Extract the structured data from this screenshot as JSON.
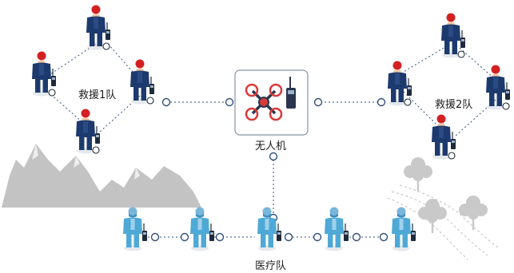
{
  "labels": {
    "team1": "救援1队",
    "team2": "救援2队",
    "drone": "无人机",
    "medical": "医疗队"
  },
  "colors": {
    "rescuer_body": "#1d3a6e",
    "rescuer_head": "#d32121",
    "medic_body": "#4fa9d6",
    "medic_head": "#7ab5da",
    "radio": "#1f2a3a",
    "link": "#33507a",
    "mountain": "#c3c3c3",
    "drone_frame": "#2a3650",
    "drone_accent": "#d63a3a"
  },
  "icons": [
    "rescuer-icon",
    "medic-icon",
    "drone-icon",
    "radio-icon",
    "mountain-icon",
    "tree-icon"
  ]
}
